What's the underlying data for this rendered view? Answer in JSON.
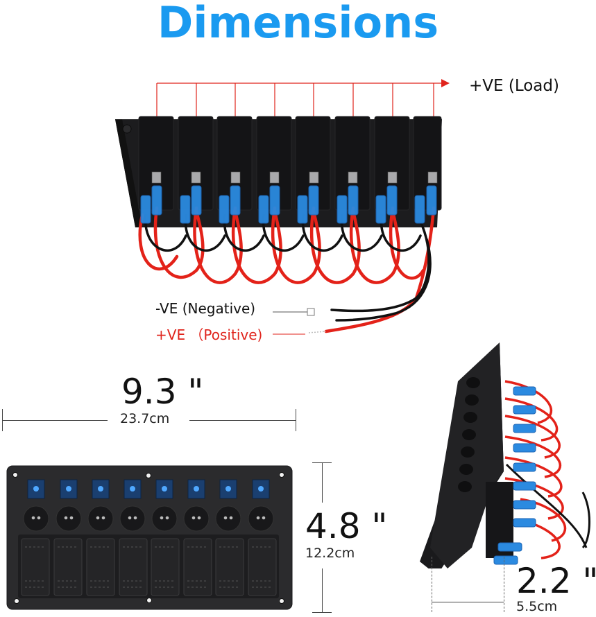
{
  "title": "Dimensions",
  "labels": {
    "load": "+VE  (Load)",
    "negative": "-VE  (Negative)",
    "positive": "+VE （Positive)"
  },
  "dimensions": {
    "width": {
      "inches": "9.3 \"",
      "cm": "23.7cm"
    },
    "height": {
      "inches": "4.8 \"",
      "cm": "12.2cm"
    },
    "depth": {
      "inches": "2.2 \"",
      "cm": "5.5cm"
    }
  },
  "panel": {
    "switch_count": 8,
    "items": [
      "switch-1",
      "switch-2",
      "switch-3",
      "switch-4",
      "switch-5",
      "switch-6",
      "switch-7",
      "switch-8"
    ]
  },
  "colors": {
    "title": "#1a9af0",
    "positive_wire": "#e0241c",
    "negative_wire": "#111111",
    "connector": "#2f8fe0",
    "panel": "#2b2b2d",
    "led": "#1b5fa8"
  }
}
